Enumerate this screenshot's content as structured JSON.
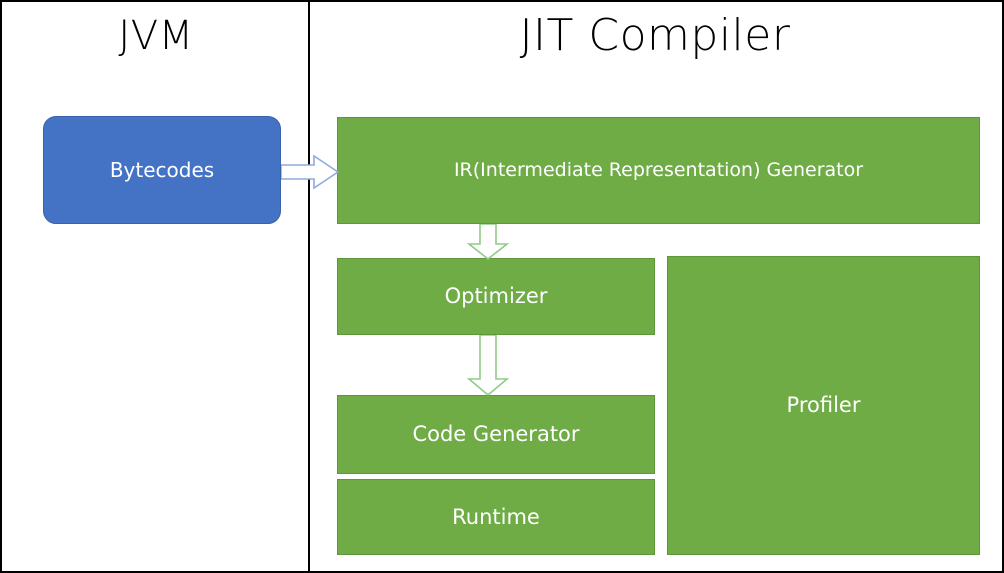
{
  "diagram": {
    "panels": [
      {
        "id": "jvm",
        "title": "JVM"
      },
      {
        "id": "jit",
        "title": "JIT Compiler"
      }
    ],
    "nodes": [
      {
        "id": "bytecodes",
        "label": "Bytecodes",
        "color": "#4472C4",
        "shape": "rounded-rect",
        "panel": "jvm"
      },
      {
        "id": "ir",
        "label": "IR(Intermediate Representation) Generator",
        "color": "#6FAC46",
        "shape": "rect",
        "panel": "jit"
      },
      {
        "id": "optimizer",
        "label": "Optimizer",
        "color": "#6FAC46",
        "shape": "rect",
        "panel": "jit"
      },
      {
        "id": "codegen",
        "label": "Code Generator",
        "color": "#6FAC46",
        "shape": "rect",
        "panel": "jit"
      },
      {
        "id": "runtime",
        "label": "Runtime",
        "color": "#6FAC46",
        "shape": "rect",
        "panel": "jit"
      },
      {
        "id": "profiler",
        "label": "Profiler",
        "color": "#6FAC46",
        "shape": "rect",
        "panel": "jit"
      }
    ],
    "connectors": [
      {
        "id": "bytecodes-to-ir",
        "from": "bytecodes",
        "to": "ir",
        "direction": "right",
        "style": "block-arrow",
        "stroke": "#8FAADC",
        "fill": "#FFFFFF"
      },
      {
        "id": "ir-to-optimizer",
        "from": "ir",
        "to": "optimizer",
        "direction": "down",
        "style": "block-arrow",
        "stroke": "#8FCB86",
        "fill": "#FFFFFF"
      },
      {
        "id": "optimizer-to-codegen",
        "from": "optimizer",
        "to": "codegen",
        "direction": "down",
        "style": "block-arrow",
        "stroke": "#8FCB86",
        "fill": "#FFFFFF"
      }
    ],
    "colors": {
      "green": "#6FAC46",
      "blue": "#4472C4",
      "border": "#000000",
      "background": "#FFFFFF",
      "text_on_fill": "#FFFFFF"
    }
  }
}
